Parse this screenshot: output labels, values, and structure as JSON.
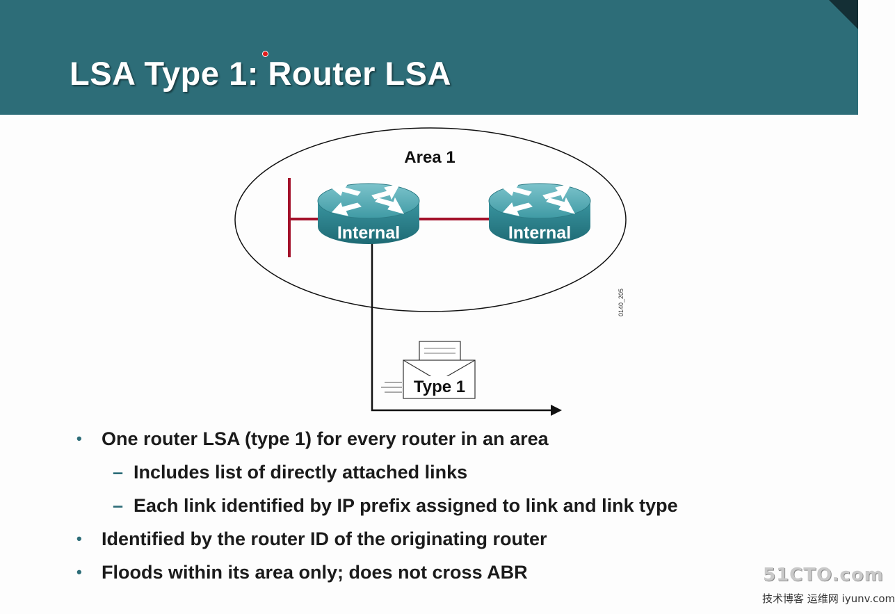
{
  "slide": {
    "title": "LSA Type 1: Router LSA"
  },
  "diagram": {
    "area_label": "Area 1",
    "router_left_label": "Internal",
    "router_right_label": "Internal",
    "lsa_label": "Type 1",
    "figure_id": "0140_205",
    "colors": {
      "header": "#2d6d78",
      "router": "#3a9aa5",
      "link": "#a3112a"
    }
  },
  "bullets": [
    {
      "level": 1,
      "text": "One router LSA (type 1) for every router in an area"
    },
    {
      "level": 2,
      "text": "Includes list of directly attached links"
    },
    {
      "level": 2,
      "text": "Each link identified by IP prefix assigned to link and link type"
    },
    {
      "level": 1,
      "text": "Identified by the router ID of the originating router"
    },
    {
      "level": 1,
      "text": "Floods within its area only; does not cross ABR"
    }
  ],
  "markers": {
    "bullet": "•",
    "dash": "–"
  },
  "watermark": {
    "top": "51CTO.com",
    "bottom": "技术博客 运维网 iyunv.com"
  }
}
